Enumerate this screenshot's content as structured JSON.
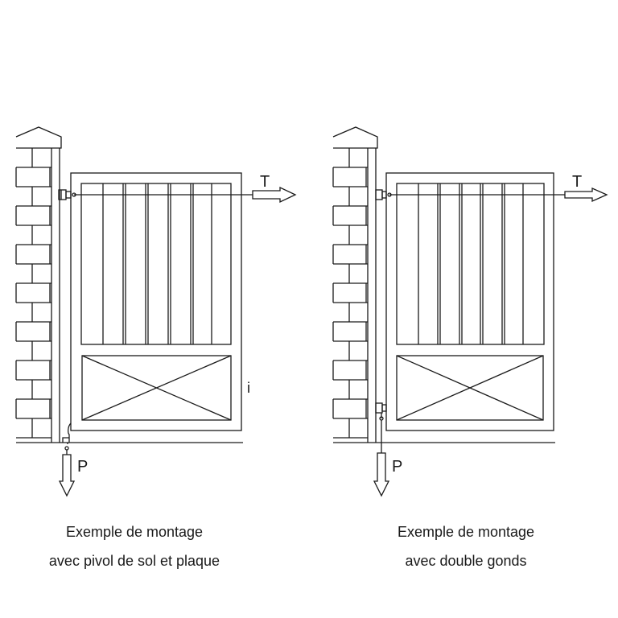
{
  "diagram_left": {
    "caption_line1": "Exemple de montage",
    "caption_line2": "avec pivol de sol et plaque",
    "force_top": "T",
    "force_bottom": "P",
    "side_mark": "i"
  },
  "diagram_right": {
    "caption_line1": "Exemple de montage",
    "caption_line2": "avec double gonds",
    "force_top": "T",
    "force_bottom": "P"
  },
  "colors": {
    "line": "#1a1a1a",
    "background": "#ffffff"
  }
}
